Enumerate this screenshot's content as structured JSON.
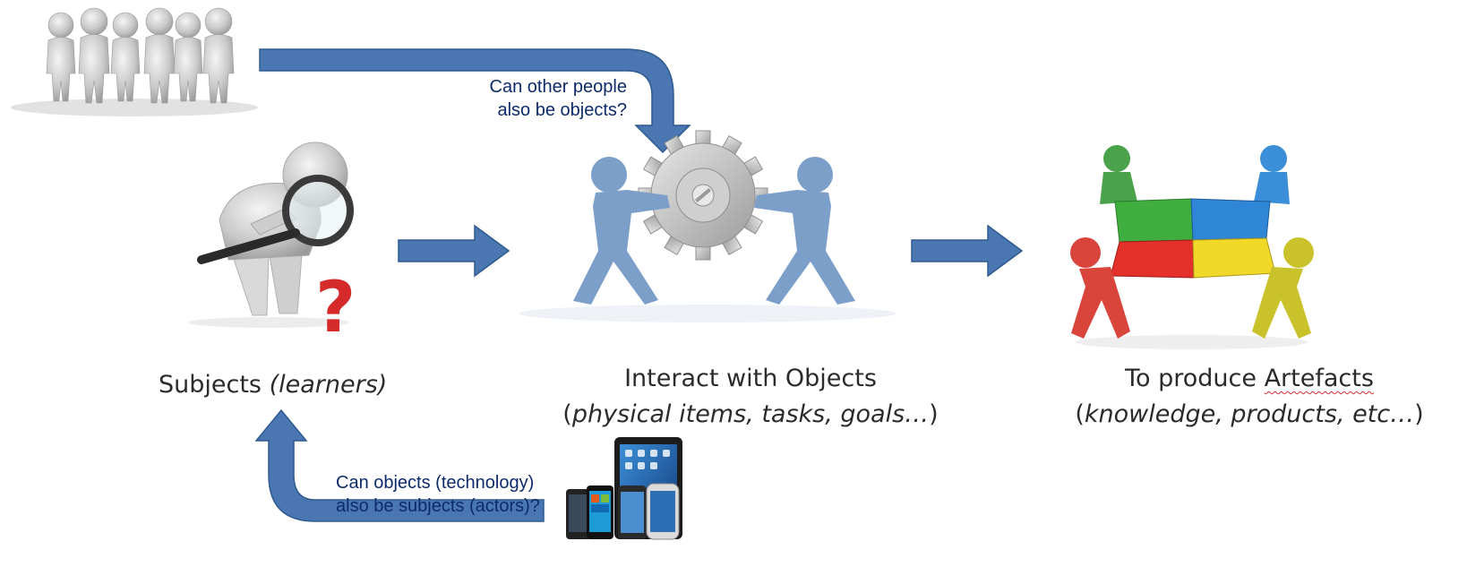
{
  "diagram": {
    "nodes": {
      "subjects": {
        "label_main": "Subjects",
        "label_detail": "(learners)"
      },
      "objects": {
        "line1": "Interact with Objects",
        "line2_open": "(",
        "line2_detail": "physical items,  tasks,  goals…",
        "line2_close": ")"
      },
      "artefacts": {
        "line1_prefix": "To produce ",
        "line1_word": "Artefacts",
        "line2_open": "(",
        "line2_detail": "knowledge,  products,  etc…",
        "line2_close": ")"
      }
    },
    "questions": {
      "people_line1": "Can other people",
      "people_line2": "also be objects?",
      "tech_line1": "Can objects (technology)",
      "tech_line2": "also be subjects (actors)?"
    },
    "icons": [
      "group-of-people-icon",
      "magnifying-glass-figure-icon",
      "question-mark-icon",
      "figures-turning-gear-icon",
      "puzzle-team-icon",
      "mobile-devices-icon"
    ],
    "colors": {
      "arrow": "#4a77b1",
      "arrow_outline": "#2f5a8f",
      "question_text": "#0d2b6b",
      "label_text": "#2b2b2b",
      "figure_blue": "#7b9fc9",
      "gear": "#b8b8b8",
      "puzzle_green": "#3fae3f",
      "puzzle_blue": "#2f86d6",
      "puzzle_red": "#e3302b",
      "puzzle_yellow": "#f1d92a"
    }
  }
}
